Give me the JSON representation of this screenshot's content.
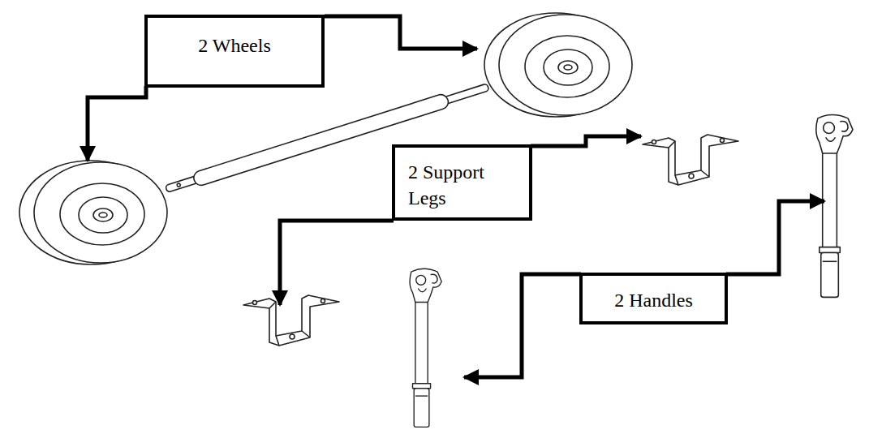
{
  "diagram": {
    "nodes": [
      {
        "text": [
          "2 Wheels"
        ]
      },
      {
        "text": [
          "2 Support Legs"
        ]
      },
      {
        "text": [
          "2 Handles"
        ]
      }
    ]
  }
}
